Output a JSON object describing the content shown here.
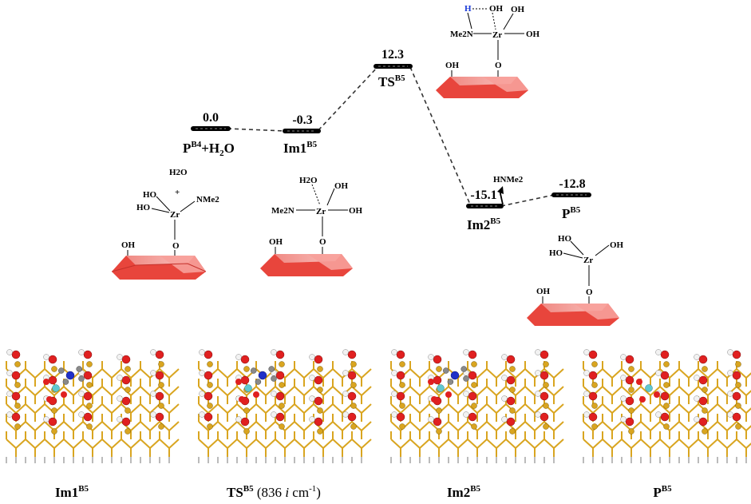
{
  "levels": [
    {
      "value": "0.0",
      "name": "P",
      "sup": "B4",
      "suffix": "+H",
      "sub": "2",
      "suffix2": "O"
    },
    {
      "value": "-0.3",
      "name": "Im1",
      "sup": "B5"
    },
    {
      "value": "12.3",
      "name": "TS",
      "sup": "B5"
    },
    {
      "value": "-15.1",
      "name": "Im2",
      "sup": "B5"
    },
    {
      "value": "-12.8",
      "name": "P",
      "sup": "B5"
    }
  ],
  "structures": {
    "s1": {
      "h2o": "H2O",
      "plus": "+",
      "oh1": "HO",
      "oh2": "HO",
      "nme2": "NMe2",
      "zr": "Zr",
      "o": "O",
      "surf_oh": "OH"
    },
    "s2": {
      "h2o": "H2O",
      "oh1": "OH",
      "oh2": "OH",
      "nme2": "Me2N",
      "zr": "Zr",
      "o": "O",
      "surf_oh": "OH"
    },
    "s3": {
      "h": "H",
      "oh0": "OH",
      "oh1": "OH",
      "oh2": "OH",
      "nme2": "Me2N",
      "zr": "Zr",
      "o": "O",
      "surf_oh": "OH"
    },
    "s4": {
      "hnme2": "HNMe2"
    },
    "s5": {
      "oh1": "HO",
      "oh2": "OH",
      "oh3": "HO",
      "zr": "Zr",
      "o": "O",
      "surf_oh": "OH"
    }
  },
  "bottom_labels": [
    {
      "name": "Im1",
      "sup": "B5",
      "extra": ""
    },
    {
      "name": "TS",
      "sup": "B5",
      "extra": " (836 ",
      "italic": "i",
      "extra2": " cm",
      "sup2": "-1",
      "extra3": ")"
    },
    {
      "name": "Im2",
      "sup": "B5",
      "extra": ""
    },
    {
      "name": "P",
      "sup": "B5",
      "extra": ""
    }
  ],
  "colors": {
    "surface_red": "#e8453c",
    "surface_light": "#f7a09a",
    "bond_gold": "#d9a520",
    "oxygen": "#e02020",
    "hydrogen": "#f2f2f2",
    "zirconium": "#5fc8d0",
    "nitrogen": "#2030c8",
    "carbon": "#8a8a8a",
    "dashed_path": "#333333",
    "h_blue": "#1a3ad8"
  }
}
